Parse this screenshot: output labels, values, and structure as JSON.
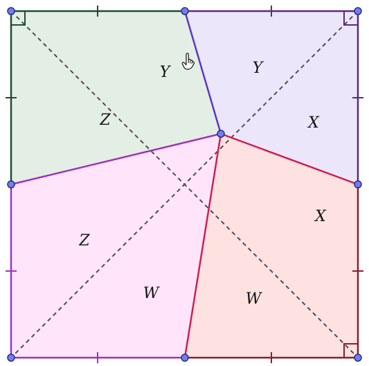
{
  "diagram": {
    "labels": {
      "top_left_upper": "Y",
      "top_right_upper": "Y",
      "left_upper": "Z",
      "right_upper": "X",
      "right_lower": "X",
      "left_lower": "Z",
      "bottom_left": "W",
      "bottom_right": "W"
    },
    "colors": {
      "region_green": "#e3efe5",
      "region_lavender": "#ece6fb",
      "region_pink": "#ffe4fa",
      "region_red": "#fde2e1",
      "outline_green": "#1f4d2f",
      "outline_purple": "#5a2a78",
      "outline_red": "#8a1f2a",
      "segment_blue": "#5b35c8",
      "segment_magenta": "#a032b8",
      "segment_crimson": "#d01f53",
      "diagonal": "#4d4d4d",
      "point_fill": "#6f7df5",
      "point_stroke": "#2b2f7a"
    },
    "icons": {
      "cursor": "hand-pointer-icon"
    }
  }
}
